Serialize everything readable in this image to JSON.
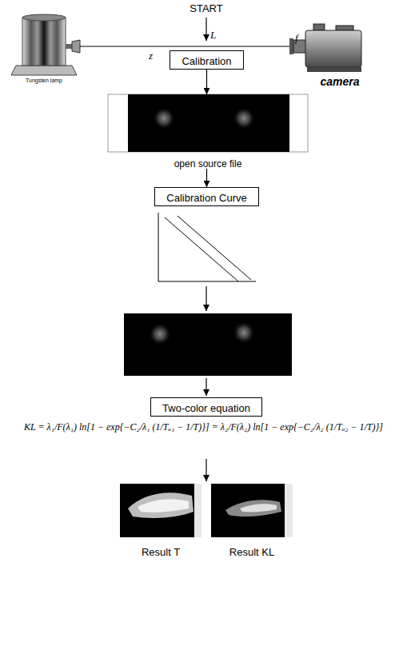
{
  "diagram": {
    "nodes": [
      {
        "text": [
          "Calibration"
        ]
      },
      {
        "text": [
          "open source file"
        ]
      },
      {
        "text": [
          "Calibration Curve"
        ]
      },
      {
        "text": [
          "Two-color equation"
        ]
      },
      {
        "text": [
          "Result T"
        ]
      },
      {
        "text": [
          "Result KL"
        ]
      }
    ],
    "edges": [
      {
        "from": 0,
        "to": 1,
        "arrow": "to"
      },
      {
        "from": 1,
        "to": 2,
        "arrow": "to"
      }
    ],
    "labels": [
      "START",
      "L",
      "f",
      "z",
      "Tungsten lamp",
      "camera",
      "KL = λ₁/F(λ₁) ln[1 − exp{−C₂/λ₁ (1/Tₐ₁ − 1/T)}] = λ₂/F(λ₂) ln[1 − exp{−C₂/λ₂ (1/Tₐ₂ − 1/T)}]"
    ]
  }
}
